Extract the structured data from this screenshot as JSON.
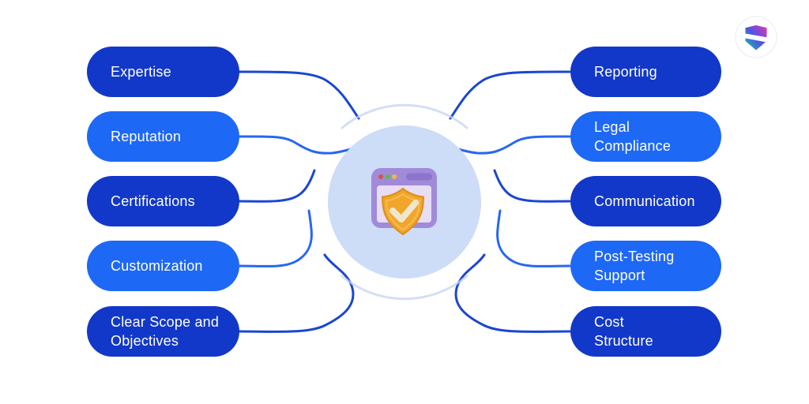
{
  "palette": {
    "background": "#FFFFFF",
    "pill_dark": "#1238C9",
    "pill_light": "#1E68F6",
    "pill_text": "#FFFFFF",
    "connector_dark": "#1A46D2",
    "connector_light": "#2767F0",
    "circle_fill": "#CDDCF7",
    "ring_stroke": "#C5D4F1",
    "window_frame": "#A18AD9",
    "window_body": "#E7DDF4",
    "window_accent": "#8D74CD",
    "dot_red": "#D9534F",
    "dot_green": "#5CB85C",
    "dot_yellow": "#E8B949",
    "shield_orange": "#F0A52B",
    "shield_rim": "#E08F19",
    "shield_highlight": "#F6B94A",
    "check_cream": "#F0E6CC",
    "logo_teal": "#12C39B",
    "logo_blue": "#4E54E8",
    "logo_magenta": "#E637A8",
    "logo_ring": "#EBEBF3"
  },
  "center": {
    "icon": "browser-window-with-shield-check"
  },
  "logo": {
    "icon": "brand-gradient-shield-logo"
  },
  "left_pills": [
    {
      "label": "Expertise",
      "variant": "dark"
    },
    {
      "label": "Reputation",
      "variant": "light"
    },
    {
      "label": "Certifications",
      "variant": "dark"
    },
    {
      "label": "Customization",
      "variant": "light"
    },
    {
      "label": "Clear Scope and\nObjectives",
      "variant": "dark"
    }
  ],
  "right_pills": [
    {
      "label": "Reporting",
      "variant": "dark"
    },
    {
      "label": "Legal\nCompliance",
      "variant": "light"
    },
    {
      "label": "Communication",
      "variant": "dark"
    },
    {
      "label": "Post-Testing\nSupport",
      "variant": "light"
    },
    {
      "label": "Cost\nStructure",
      "variant": "dark"
    }
  ]
}
